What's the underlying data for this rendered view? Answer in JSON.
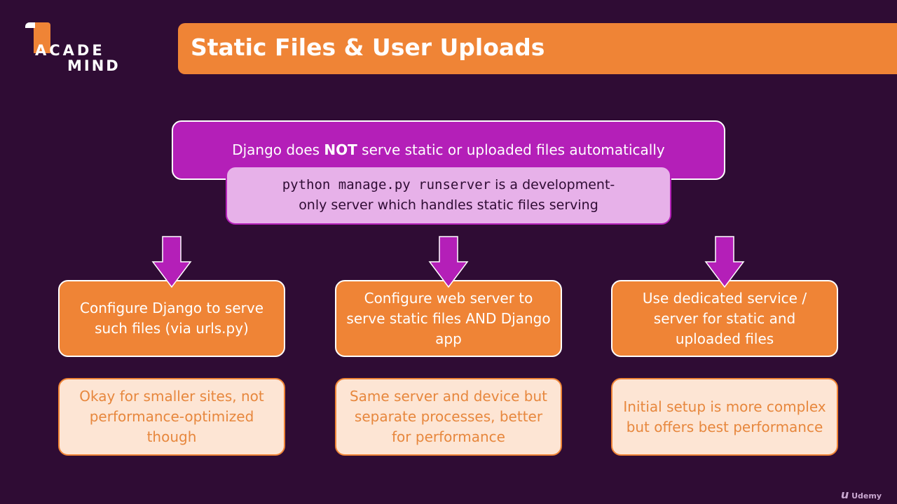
{
  "logo": {
    "line1": "ACADE",
    "line2": "MIND"
  },
  "title": "Static Files & User Uploads",
  "top_box": {
    "before": "Django does ",
    "bold": "NOT",
    "after": " serve static or uploaded files automatically"
  },
  "sub_box": {
    "code": "python manage.py runserver",
    "text1": " is a development-",
    "text2": "only server which handles static files serving"
  },
  "options": [
    {
      "label": "Configure Django to serve such files (via urls.py)",
      "note": "Okay for smaller sites, not performance-optimized though"
    },
    {
      "label": "Configure web server to serve static files AND Django app",
      "note": "Same server and device but separate processes, better for performance"
    },
    {
      "label": "Use dedicated service / server for static and uploaded files",
      "note": "Initial setup is more complex but offers best performance"
    }
  ],
  "watermark": "Udemy",
  "colors": {
    "background": "#2f0c34",
    "orange": "#ef8436",
    "purple": "#b41fb8",
    "light_purple": "#e7b1e9",
    "light_orange": "#fde5d4"
  }
}
